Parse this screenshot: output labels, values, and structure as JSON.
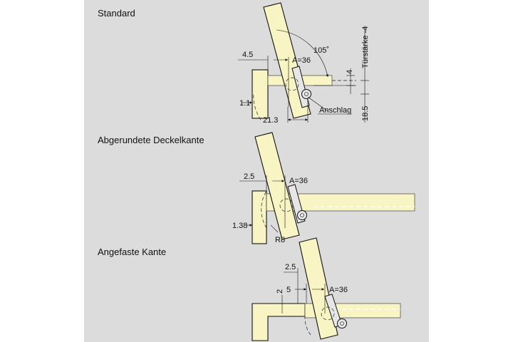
{
  "sections": {
    "standard": {
      "title": "Standard",
      "labels": {
        "angle": "105˚",
        "a": "A=36",
        "gap": "4.5",
        "edge": "1.1",
        "depth": "21.3",
        "stop": "Anschlag",
        "thick": "4",
        "vert1": "Türstärke -4",
        "vert2": "18.5"
      }
    },
    "rounded": {
      "title": "Abgerundete Deckelkante",
      "labels": {
        "gap": "2.5",
        "a": "A=36",
        "edge": "1.38",
        "radius": "R8"
      }
    },
    "chamfered": {
      "title": "Angefaste Kante",
      "labels": {
        "d1": "2.5",
        "d2": "5",
        "d3": "2",
        "a": "A=36"
      }
    }
  },
  "colors": {
    "panel": "#dcdcdc",
    "wood": "#f8f4c4",
    "line": "#111111"
  }
}
